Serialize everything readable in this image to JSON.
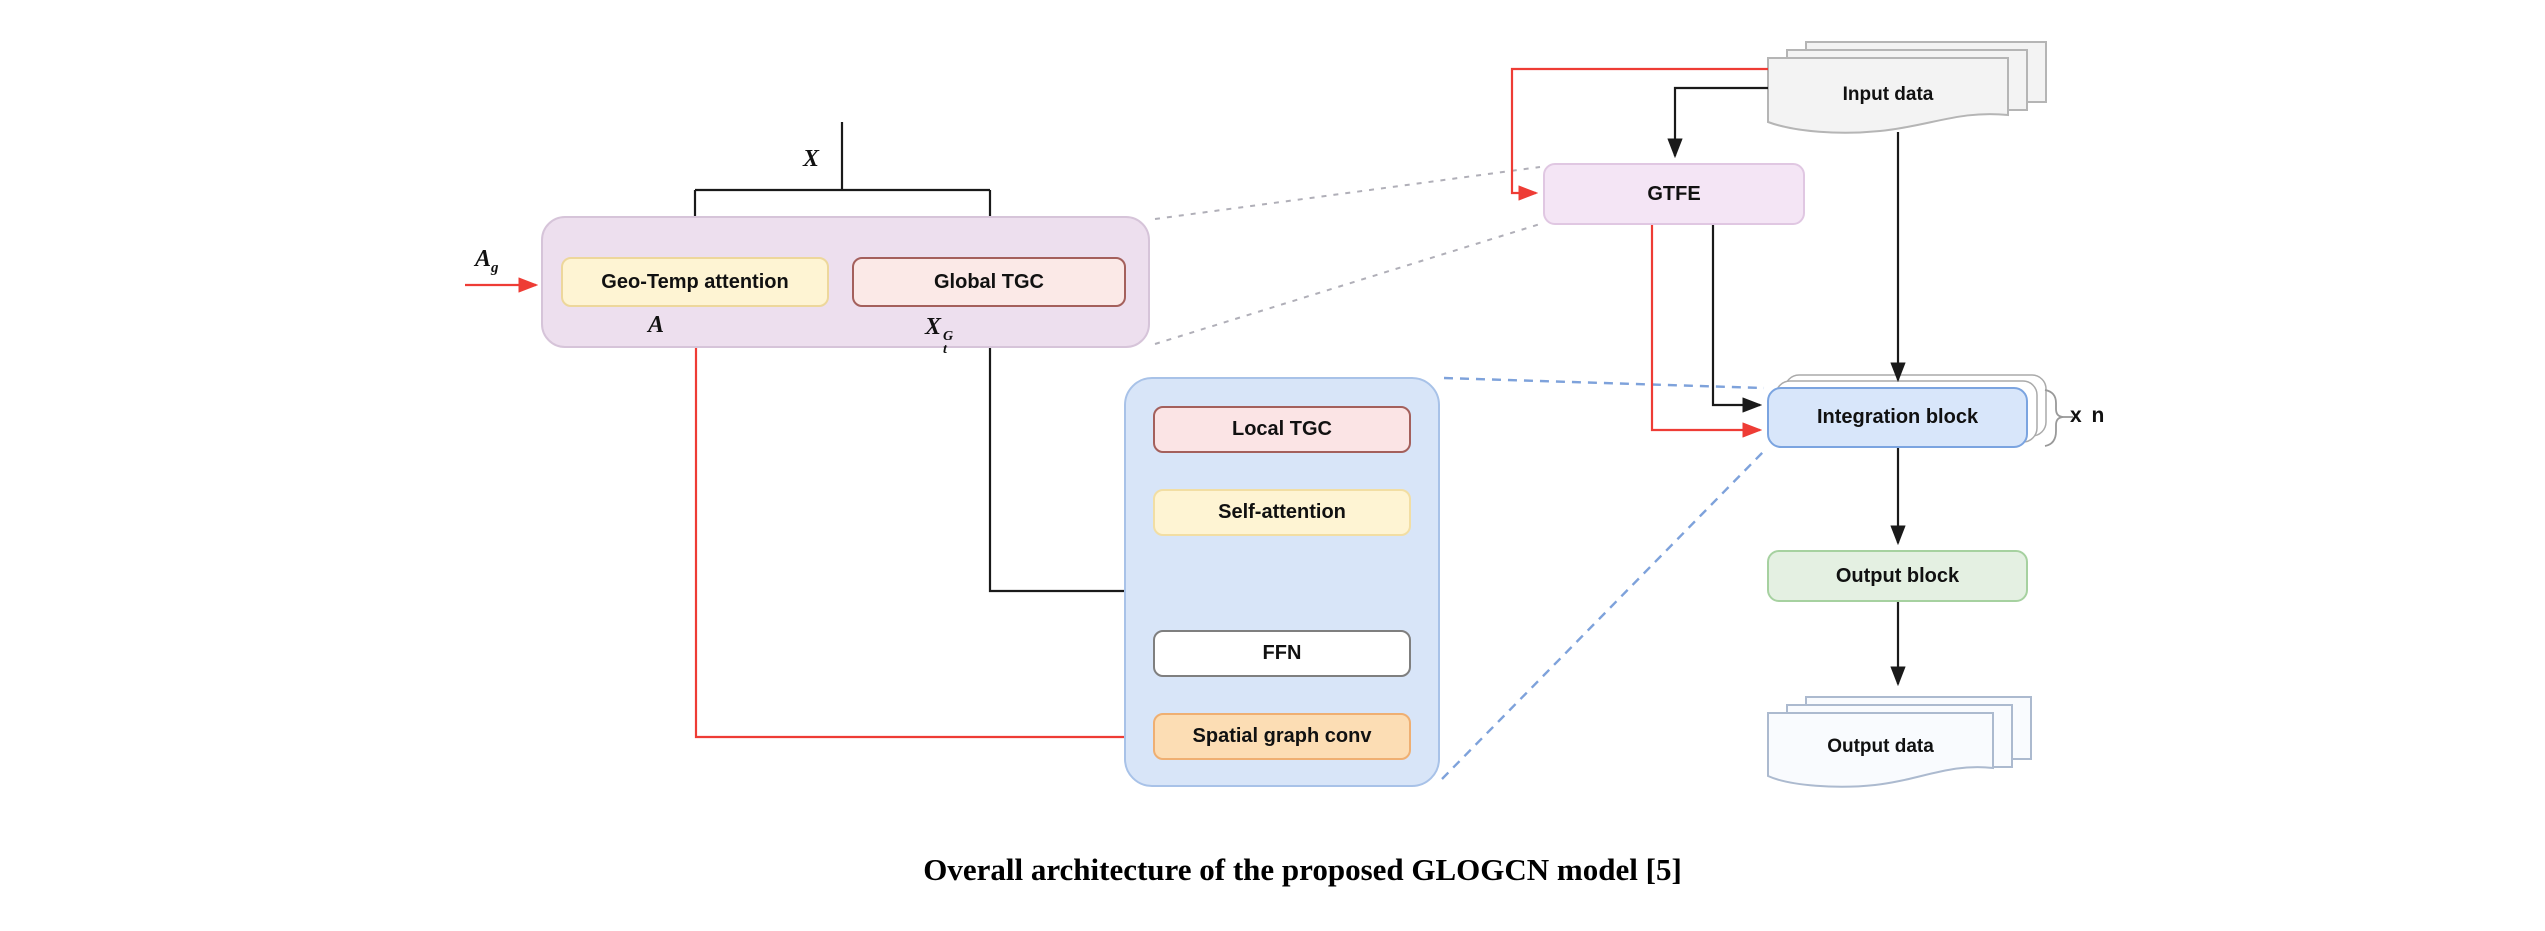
{
  "figure": {
    "caption": "Overall architecture of the proposed GLOGCN model [5]"
  },
  "gtfe_detail": {
    "geo_temp_attention": "Geo-Temp attention",
    "global_tgc": "Global TGC",
    "input_adj_base": "A",
    "input_adj_sub": "g",
    "input_feature": "X",
    "out_adj": "A",
    "out_feature_base": "X",
    "out_feature_sup": "G",
    "out_feature_sub": "t"
  },
  "integration_detail": {
    "local_tgc": "Local TGC",
    "self_attention": "Self-attention",
    "ffn": "FFN",
    "spatial_graph_conv": "Spatial graph conv"
  },
  "pipeline": {
    "input_data": "Input data",
    "gtfe": "GTFE",
    "integration_block": "Integration block",
    "repeat_label": "x n",
    "output_block": "Output block",
    "output_data": "Output data"
  },
  "colors": {
    "arrow_red": "#ee3c35",
    "arrow_black": "#1a1a1a",
    "zoom_link_gray": "#b0afb8",
    "zoom_link_blue": "#7ea2db"
  }
}
